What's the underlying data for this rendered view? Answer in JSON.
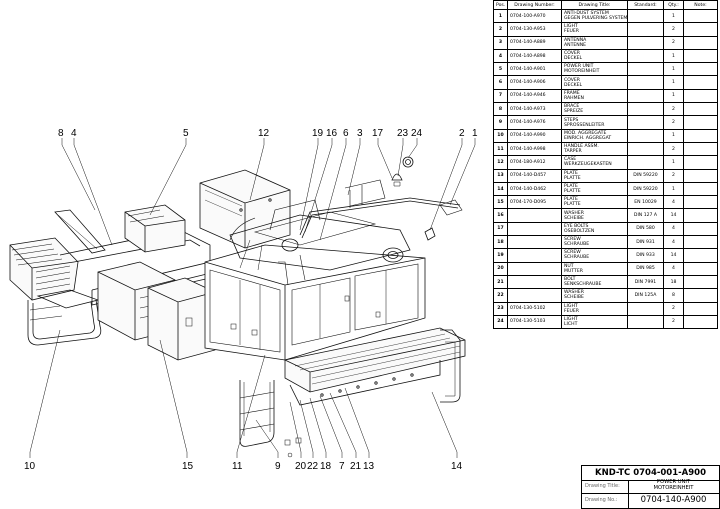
{
  "table": {
    "headers": [
      "Pos.",
      "Drawing Number:",
      "Drawing Title:",
      "Standard:",
      "Qty.:",
      "Note:"
    ],
    "rows": [
      {
        "pos": "1",
        "number": "0704-100-A970",
        "title": [
          "ANTI-DUST SYSTEM",
          "GEGEN PULVERING SYSTEM"
        ],
        "standard": "",
        "qty": "1"
      },
      {
        "pos": "2",
        "number": "0704-130-A953",
        "title": [
          "LIGHT",
          "FEUER"
        ],
        "standard": "",
        "qty": "2"
      },
      {
        "pos": "3",
        "number": "0704-140-A889",
        "title": [
          "ANTENNA",
          "ANTENNE"
        ],
        "standard": "",
        "qty": "2"
      },
      {
        "pos": "4",
        "number": "0704-140-A898",
        "title": [
          "COVER",
          "DECKEL"
        ],
        "standard": "",
        "qty": "1"
      },
      {
        "pos": "5",
        "number": "0704-140-A901",
        "title": [
          "POWER UNIT",
          "MOTOREINHEIT"
        ],
        "standard": "",
        "qty": "1"
      },
      {
        "pos": "6",
        "number": "0704-140-A906",
        "title": [
          "COVER",
          "DECKEL"
        ],
        "standard": "",
        "qty": "1"
      },
      {
        "pos": "7",
        "number": "0704-140-A946",
        "title": [
          "FRAME",
          "RAHMEN"
        ],
        "standard": "",
        "qty": "1"
      },
      {
        "pos": "8",
        "number": "0704-140-A973",
        "title": [
          "BRACE",
          "SPREIZE"
        ],
        "standard": "",
        "qty": "2"
      },
      {
        "pos": "9",
        "number": "0704-140-A976",
        "title": [
          "STEPS",
          "SPROSSENLEITER"
        ],
        "standard": "",
        "qty": "2"
      },
      {
        "pos": "10",
        "number": "0704-140-A990",
        "title": [
          "MOD. AGGREGATE",
          "EINRICH. AGGREGAT"
        ],
        "standard": "",
        "qty": "1"
      },
      {
        "pos": "11",
        "number": "0704-140-A998",
        "title": [
          "HANDLE ASSM.",
          "TARPER"
        ],
        "standard": "",
        "qty": "2"
      },
      {
        "pos": "12",
        "number": "0704-180-A912",
        "title": [
          "CASE",
          "WERKZEUGEKASTEN"
        ],
        "standard": "",
        "qty": "1"
      },
      {
        "pos": "13",
        "number": "0704-140-D457",
        "title": [
          "PLATE",
          "PLATTE"
        ],
        "standard": "DIN 59220",
        "qty": "2"
      },
      {
        "pos": "14",
        "number": "0704-140-D462",
        "title": [
          "PLATE",
          "PLATTE"
        ],
        "standard": "DIN 59220",
        "qty": "1"
      },
      {
        "pos": "15",
        "number": "0704-170-D095",
        "title": [
          "PLATE",
          "PLATTE"
        ],
        "standard": "EN 10029",
        "qty": "4"
      },
      {
        "pos": "16",
        "number": "",
        "title": [
          "WASHER",
          "SCHEIBE"
        ],
        "standard": "DIN 127 A",
        "qty": "14"
      },
      {
        "pos": "17",
        "number": "",
        "title": [
          "EYE BOLTS",
          "OSEBOLTZEN"
        ],
        "standard": "DIN 580",
        "qty": "4"
      },
      {
        "pos": "18",
        "number": "",
        "title": [
          "SCREW",
          "SCHRAUBE"
        ],
        "standard": "DIN 931",
        "qty": "4"
      },
      {
        "pos": "19",
        "number": "",
        "title": [
          "SCREW",
          "SCHRAUBE"
        ],
        "standard": "DIN 933",
        "qty": "14"
      },
      {
        "pos": "20",
        "number": "",
        "title": [
          "NUT",
          "MUTTER"
        ],
        "standard": "DIN 985",
        "qty": "4"
      },
      {
        "pos": "21",
        "number": "",
        "title": [
          "BOLT",
          "SENKSCHRAUBE"
        ],
        "standard": "DIN 7991",
        "qty": "18"
      },
      {
        "pos": "22",
        "number": "",
        "title": [
          "WASHER",
          "SCHEIBE"
        ],
        "standard": "DIN 125A",
        "qty": "8"
      },
      {
        "pos": "23",
        "number": "0704-130-5102",
        "title": [
          "LIGHT",
          "FEUER"
        ],
        "standard": "",
        "qty": "2"
      },
      {
        "pos": "24",
        "number": "0704-130-5103",
        "title": [
          "LIGHT",
          "LICHT"
        ],
        "standard": "",
        "qty": "2"
      }
    ]
  },
  "callouts": {
    "top": [
      "8",
      "4",
      "5",
      "12",
      "19",
      "16",
      "6",
      "3",
      "17",
      "23",
      "24",
      "2",
      "1"
    ],
    "bottom": [
      "10",
      "15",
      "11",
      "9",
      "20",
      "22",
      "18",
      "7",
      "21",
      "13",
      "14"
    ]
  },
  "titleblock": {
    "code": "KND-TC  0704-001-A900",
    "title_label": "Drawing Title:",
    "title_en": "POWER UNIT",
    "title_de": "MOTOREINHEIT",
    "number_label": "Drawing No.:",
    "number": "0704-140-A900"
  }
}
